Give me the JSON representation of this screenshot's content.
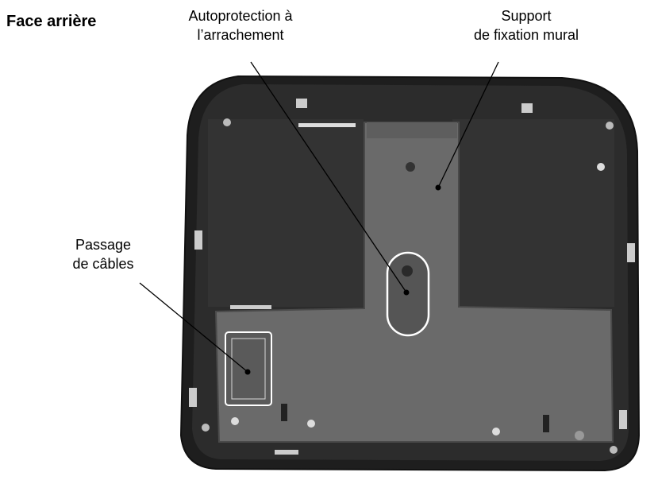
{
  "title": "Face arrière",
  "labels": {
    "autoprotection": {
      "line1": "Autoprotection à",
      "line2": "l’arrachement"
    },
    "support": {
      "line1": "Support",
      "line2": "de fixation mural"
    },
    "passage": {
      "line1": "Passage",
      "line2": "de câbles"
    }
  },
  "colors": {
    "body": "#2b2b2b",
    "rim": "#1a1a1a",
    "plate": "#6e6e6e",
    "plate_edge": "#4a4a4a",
    "highlight": "#ffffff"
  }
}
